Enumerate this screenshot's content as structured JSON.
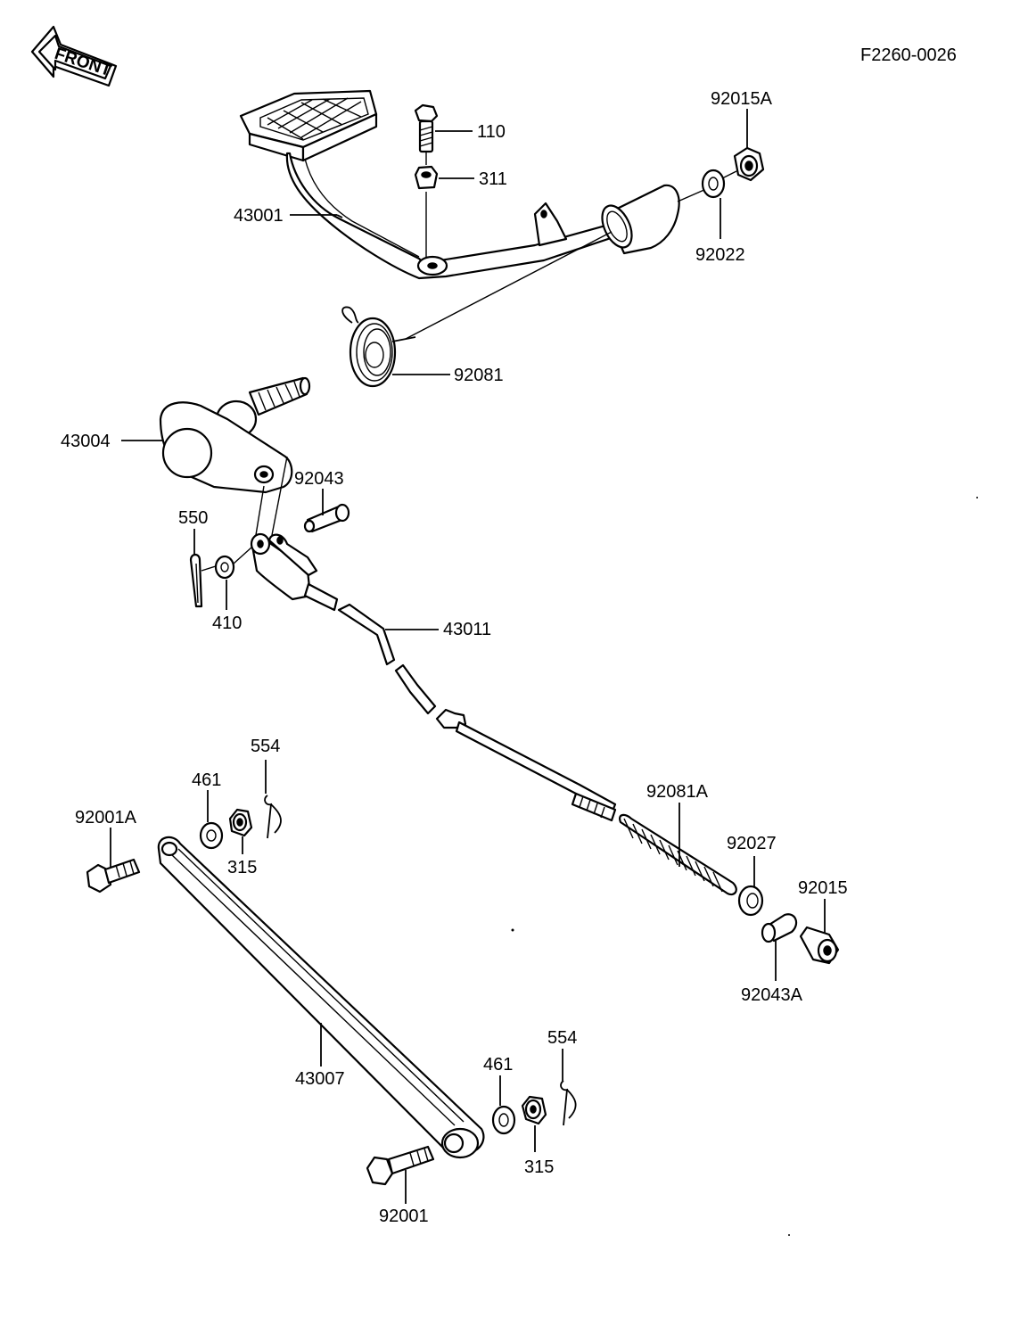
{
  "diagram": {
    "code": "F2260-0026",
    "front_label": "FRONT",
    "labels": {
      "p110": "110",
      "p311": "311",
      "p92015A": "92015A",
      "p92022": "92022",
      "p43001": "43001",
      "p92081": "92081",
      "p43004": "43004",
      "p92043": "92043",
      "p550": "550",
      "p410": "410",
      "p43011": "43011",
      "p554a": "554",
      "p461a": "461",
      "p315a": "315",
      "p92001A": "92001A",
      "p92081A": "92081A",
      "p92027": "92027",
      "p92015": "92015",
      "p92043A": "92043A",
      "p43007": "43007",
      "p554b": "554",
      "p461b": "461",
      "p315b": "315",
      "p92001": "92001"
    }
  }
}
